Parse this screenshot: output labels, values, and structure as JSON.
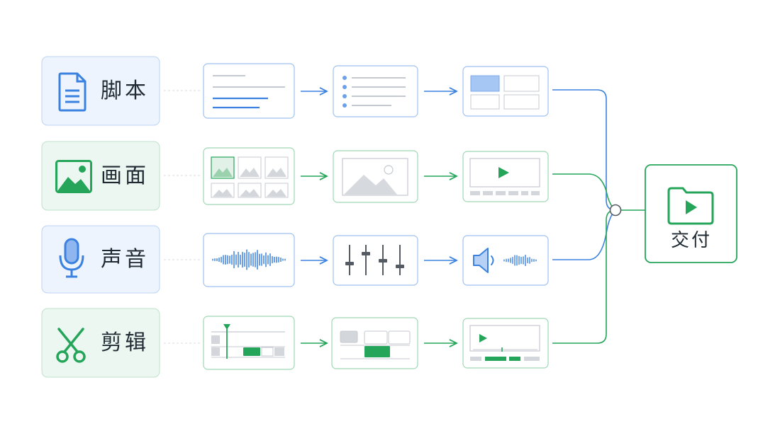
{
  "lanes": [
    {
      "id": "script",
      "label": "脚本",
      "theme": "blue"
    },
    {
      "id": "visual",
      "label": "画面",
      "theme": "green"
    },
    {
      "id": "audio",
      "label": "声音",
      "theme": "blue"
    },
    {
      "id": "edit",
      "label": "剪辑",
      "theme": "green"
    }
  ],
  "deliver": {
    "label": "交付"
  },
  "colors": {
    "blue": "#3b82e0",
    "blue_light": "#8fb6ef",
    "blue_fill": "#eef4fd",
    "green": "#25a55a",
    "green_light": "#8fd1a8",
    "green_fill": "#edf7f1",
    "gray": "#c4c9d0",
    "gray_dark": "#555b63"
  }
}
